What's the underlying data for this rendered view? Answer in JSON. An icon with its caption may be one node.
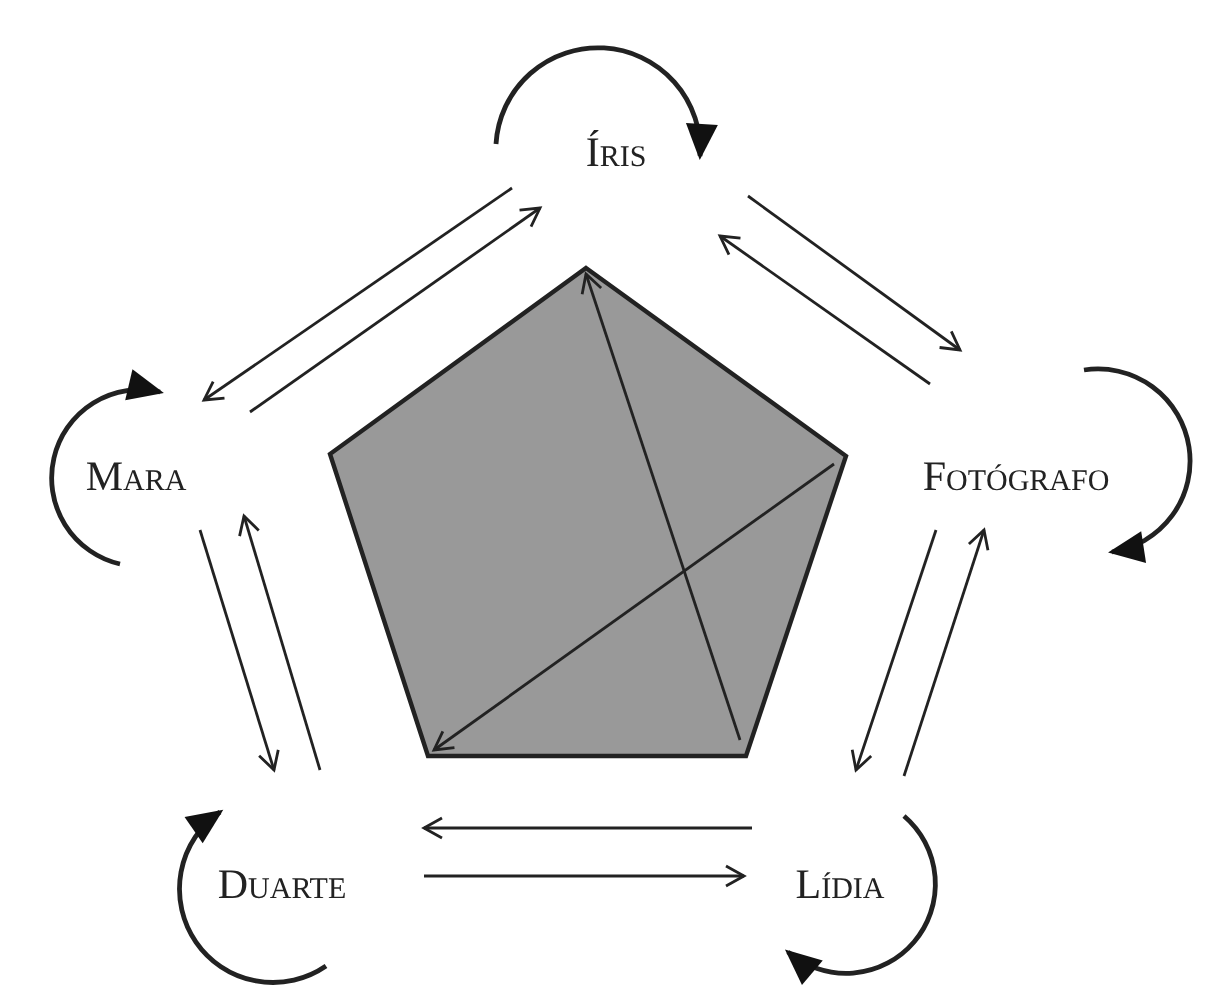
{
  "diagram": {
    "nodes": [
      {
        "text": [
          "Íris"
        ]
      },
      {
        "text": [
          "Mara"
        ]
      },
      {
        "text": [
          "Fotógrafo"
        ]
      },
      {
        "text": [
          "Duarte"
        ]
      },
      {
        "text": [
          "Lídia"
        ]
      },
      {
        "text": [],
        "shape": "pentagon"
      }
    ],
    "edges": [
      {
        "from": 0,
        "to": 0,
        "arrow": "to"
      },
      {
        "from": 0,
        "to": 1,
        "arrow": "to"
      },
      {
        "from": 1,
        "to": 0,
        "arrow": "to"
      },
      {
        "from": 0,
        "to": 2,
        "arrow": "to"
      },
      {
        "from": 2,
        "to": 0,
        "arrow": "to"
      },
      {
        "from": 1,
        "to": 1,
        "arrow": "to"
      },
      {
        "from": 2,
        "to": 2,
        "arrow": "to"
      },
      {
        "from": 1,
        "to": 3,
        "arrow": "to"
      },
      {
        "from": 3,
        "to": 1,
        "arrow": "to"
      },
      {
        "from": 2,
        "to": 4,
        "arrow": "to"
      },
      {
        "from": 4,
        "to": 2,
        "arrow": "to"
      },
      {
        "from": 4,
        "to": 3,
        "arrow": "to"
      },
      {
        "from": 3,
        "to": 4,
        "arrow": "to"
      },
      {
        "from": 3,
        "to": 3,
        "arrow": "to"
      },
      {
        "from": 4,
        "to": 4,
        "arrow": "to"
      }
    ]
  }
}
